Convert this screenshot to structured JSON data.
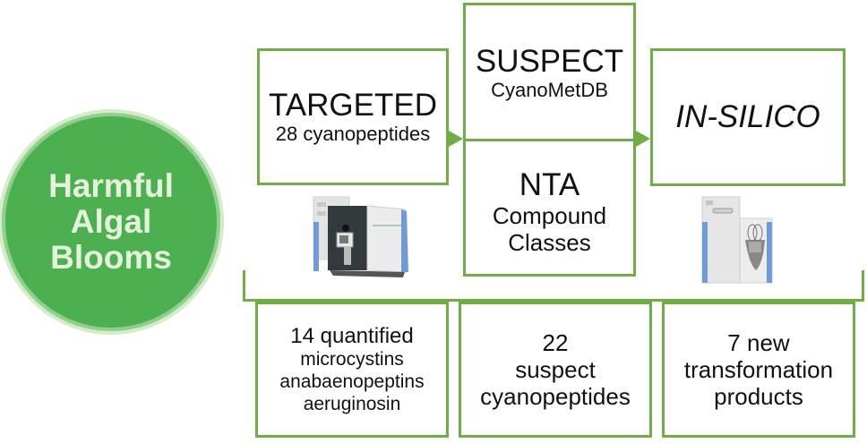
{
  "colors": {
    "accent": "#70ad47",
    "circle_fill": "#4caf50",
    "circle_text": "#e6f1dc"
  },
  "circle": {
    "lines": [
      "Harmful",
      "Algal",
      "Blooms"
    ]
  },
  "targeted": {
    "title": "TARGETED",
    "subtitle": "28 cyanopeptides"
  },
  "suspect": {
    "title": "SUSPECT",
    "subtitle": "CyanoMetDB"
  },
  "nta": {
    "title": "NTA",
    "subtitle_lines": [
      "Compound",
      "Classes"
    ]
  },
  "insilico": {
    "title": "IN-SILICO"
  },
  "instruments": {
    "left": "mass-spectrometer-icon",
    "right": "lc-system-icon"
  },
  "results": [
    {
      "lines": [
        "14 quantified",
        "microcystins",
        "anabaenopeptins",
        "aeruginosin"
      ]
    },
    {
      "lines": [
        "22",
        "suspect",
        "cyanopeptides"
      ]
    },
    {
      "lines": [
        "7 new",
        "transformation",
        "products"
      ]
    }
  ]
}
